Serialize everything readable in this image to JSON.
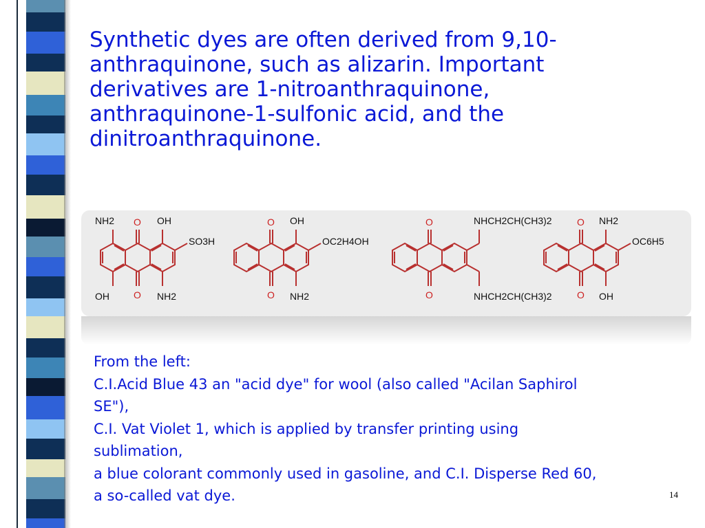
{
  "heading_lines": [
    "Synthetic dyes are often derived from 9,10-",
    "anthraquinone, such as alizarin. Important",
    "derivatives are 1-nitroanthraquinone,",
    "anthraquinone-1-sulfonic acid, and the",
    "dinitroanthraquinone."
  ],
  "structures": {
    "molecule1": {
      "labels": [
        "NH2",
        "O",
        "OH",
        "SO3H",
        "OH",
        "O",
        "NH2"
      ]
    },
    "molecule2": {
      "labels": [
        "O",
        "OH",
        "OC2H4OH",
        "O",
        "NH2"
      ]
    },
    "molecule3": {
      "labels": [
        "O",
        "NHCH2CH(CH3)2",
        "O",
        "NHCH2CH(CH3)2"
      ]
    },
    "molecule4": {
      "labels": [
        "O",
        "NH2",
        "OC6H5",
        "O",
        "OH"
      ]
    },
    "colors": {
      "bond": "#b8302f",
      "oxygen": "#cc1f1f",
      "text": "#111111"
    }
  },
  "caption_lines": [
    "From the left:",
    "C.I.Acid Blue 43 an \"acid dye\" for wool (also called \"Acilan Saphirol",
    "SE\"),",
    "C.I. Vat Violet 1, which is applied by transfer printing using",
    "sublimation,",
    "a blue colorant commonly used in gasoline, and C.I. Disperse Red 60,",
    "a so-called vat dye."
  ],
  "page_number": "14",
  "colors": {
    "text_blue": "#0a18d6"
  }
}
